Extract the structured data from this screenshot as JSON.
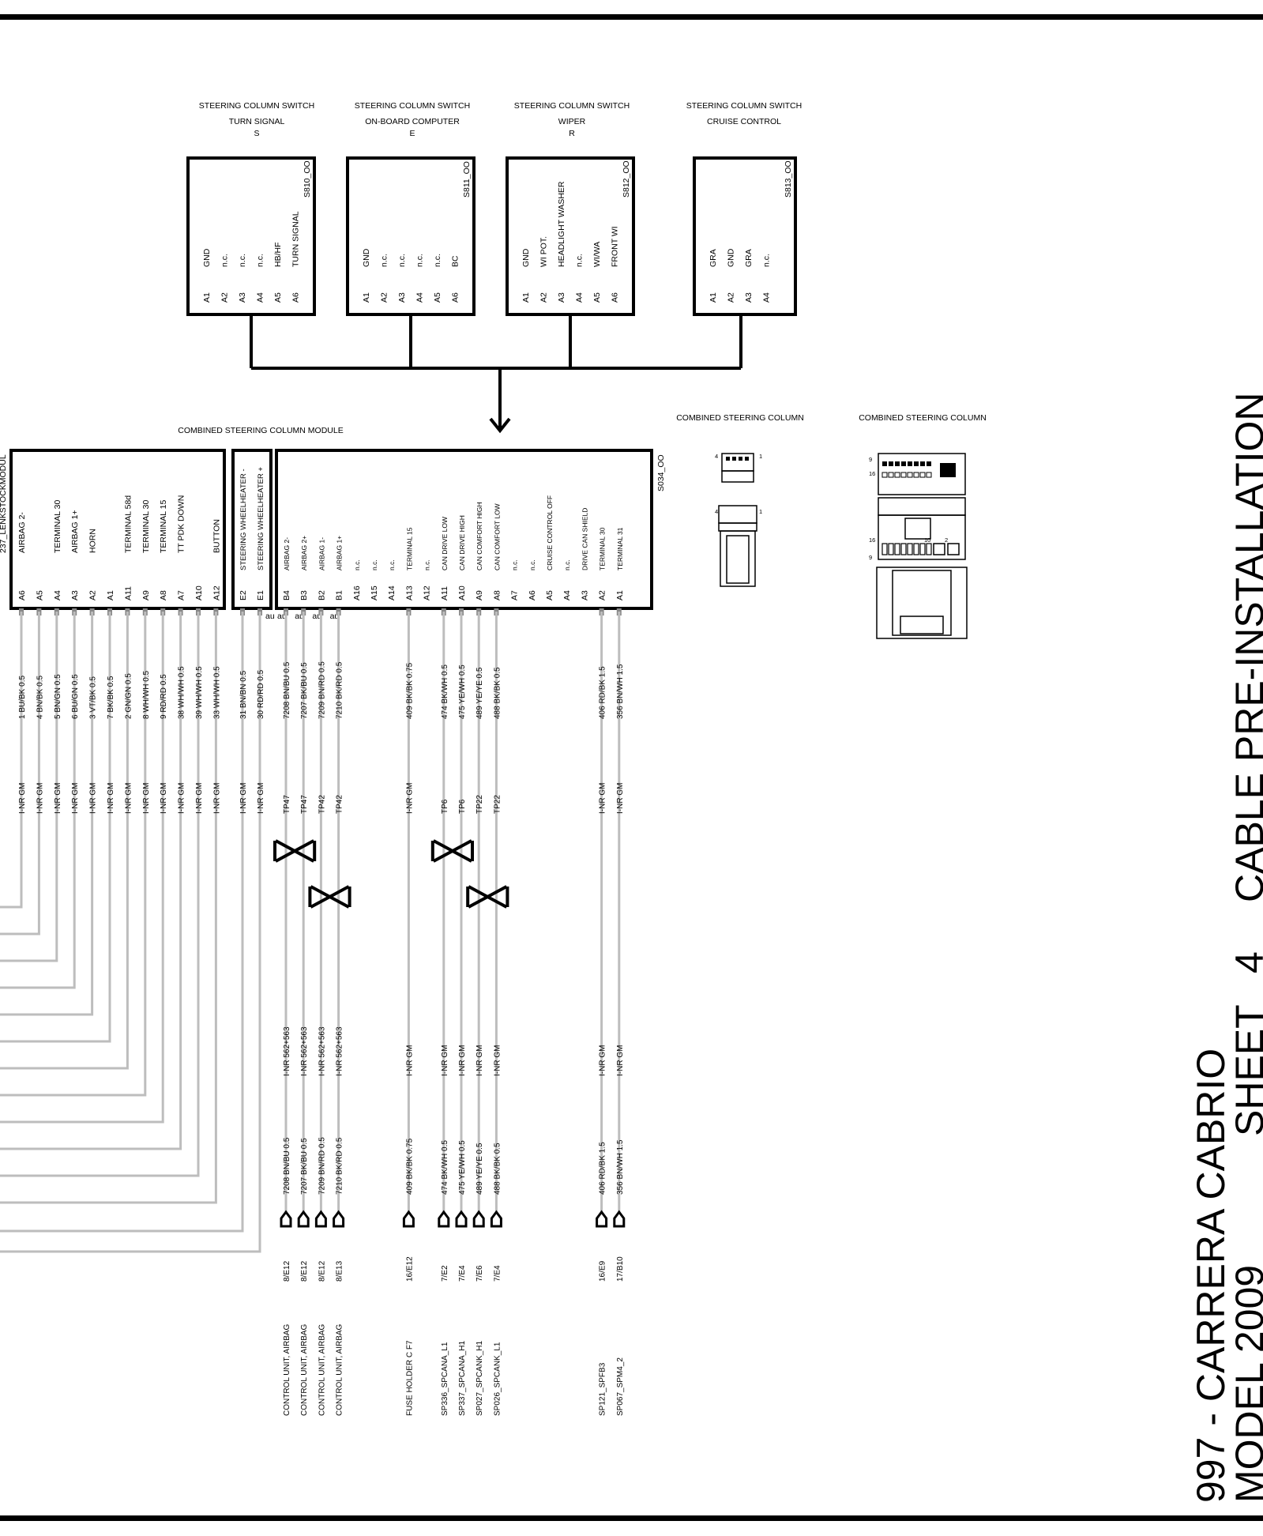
{
  "title": {
    "model_line_1": "997 - CARRERA CABRIO",
    "model_line_2": "MODEL 2009",
    "sheet_label": "SHEET",
    "sheet_number": "4",
    "section_title": "CABLE PRE-INSTALLATION"
  },
  "switches": [
    {
      "id": "S810_OO",
      "header_1": "STEERING COLUMN SWITCH",
      "header_2": "TURN SIGNAL",
      "header_3": "S",
      "pins": [
        {
          "pin": "A1",
          "fn": "GND"
        },
        {
          "pin": "A2",
          "fn": "n.c."
        },
        {
          "pin": "A3",
          "fn": "n.c."
        },
        {
          "pin": "A4",
          "fn": "n.c."
        },
        {
          "pin": "A5",
          "fn": "HB/HF"
        },
        {
          "pin": "A6",
          "fn": "TURN SIGNAL"
        }
      ]
    },
    {
      "id": "S811_OO",
      "header_1": "STEERING COLUMN SWITCH",
      "header_2": "ON-BOARD COMPUTER",
      "header_3": "E",
      "pins": [
        {
          "pin": "A1",
          "fn": "GND"
        },
        {
          "pin": "A2",
          "fn": "n.c."
        },
        {
          "pin": "A3",
          "fn": "n.c."
        },
        {
          "pin": "A4",
          "fn": "n.c."
        },
        {
          "pin": "A5",
          "fn": "n.c."
        },
        {
          "pin": "A6",
          "fn": "BC"
        }
      ]
    },
    {
      "id": "S812_OO",
      "header_1": "STEERING COLUMN SWITCH",
      "header_2": "WIPER",
      "header_3": "R",
      "pins": [
        {
          "pin": "A1",
          "fn": "GND"
        },
        {
          "pin": "A2",
          "fn": "WI POT."
        },
        {
          "pin": "A3",
          "fn": "HEADLIGHT WASHER"
        },
        {
          "pin": "A4",
          "fn": "n.c."
        },
        {
          "pin": "A5",
          "fn": "WI/WA"
        },
        {
          "pin": "A6",
          "fn": "FRONT WI"
        }
      ]
    },
    {
      "id": "S813_OO",
      "header_1": "STEERING COLUMN SWITCH",
      "header_2": "CRUISE CONTROL",
      "header_3": "",
      "pins": [
        {
          "pin": "A1",
          "fn": "GRA"
        },
        {
          "pin": "A2",
          "fn": "GND"
        },
        {
          "pin": "A3",
          "fn": "GRA"
        },
        {
          "pin": "A4",
          "fn": "n.c."
        }
      ]
    }
  ],
  "module": {
    "header": "COMBINED STEERING COLUMN MODULE",
    "side_label": "237_LENKSTOCKMODUL",
    "id": "S034_OO",
    "au_label": "au",
    "left_pins": [
      {
        "pin": "A6",
        "fn": "AIRBAG 2-",
        "wire": "1 BU/BK 0.5",
        "loom": "I-NR GM"
      },
      {
        "pin": "A5",
        "fn": "",
        "wire": "4 BN/BK 0.5",
        "loom": "I-NR GM"
      },
      {
        "pin": "A4",
        "fn": "TERMINAL 30",
        "wire": "5 BN/GN 0.5",
        "loom": "I-NR GM"
      },
      {
        "pin": "A3",
        "fn": "AIRBAG 1+",
        "wire": "6 BU/GN 0.5",
        "loom": "I-NR GM"
      },
      {
        "pin": "A2",
        "fn": "HORN",
        "wire": "3 VT/BK 0.5",
        "loom": "I-NR GM"
      },
      {
        "pin": "A1",
        "fn": "",
        "wire": "7 BK/BK 0.5",
        "loom": "I-NR GM"
      },
      {
        "pin": "A11",
        "fn": "TERMINAL 58d",
        "wire": "2 GN/GN 0.5",
        "loom": "I-NR GM"
      },
      {
        "pin": "A9",
        "fn": "TERMINAL 30",
        "wire": "8 WH/WH 0.5",
        "loom": "I-NR GM"
      },
      {
        "pin": "A8",
        "fn": "TERMINAL 15",
        "wire": "9 RD/RD 0.5",
        "loom": "I-NR GM"
      },
      {
        "pin": "A7",
        "fn": "TT PDK DOWN",
        "wire": "38 WH/WH 0.5",
        "loom": "I-NR GM"
      },
      {
        "pin": "A10",
        "fn": "",
        "wire": "39 WH/WH 0.5",
        "loom": "I-NR GM"
      },
      {
        "pin": "A12",
        "fn": "BUTTON",
        "wire": "33 WH/WH 0.5",
        "loom": "I-NR GM"
      }
    ],
    "heater_pins": [
      {
        "pin": "E2",
        "fn": "STEERING WHEELHEATER -",
        "wire": "31 BN/BN 0.5",
        "loom": "I-NR GM"
      },
      {
        "pin": "E1",
        "fn": "STEERING WHEELHEATER +",
        "wire": "30 RD/RD 0.5",
        "loom": "I-NR GM"
      }
    ],
    "right_pins": [
      {
        "pin": "B4",
        "fn": "AIRBAG 2-",
        "wire": "7208 BN/BU 0.5",
        "tp": "TP47",
        "loom": "I-NR 562+563",
        "wire2": "7208 BN/BU 0.5",
        "ref": "8/E12",
        "dest": "CONTROL UNIT, AIRBAG",
        "end": true
      },
      {
        "pin": "B3",
        "fn": "AIRBAG 2+",
        "wire": "7207 BK/BU 0.5",
        "tp": "TP47",
        "loom": "I-NR 562+563",
        "wire2": "7207 BK/BU 0.5",
        "ref": "8/E12",
        "dest": "CONTROL UNIT, AIRBAG",
        "end": true
      },
      {
        "pin": "B2",
        "fn": "AIRBAG 1-",
        "wire": "7209 BN/RD 0.5",
        "tp": "TP42",
        "loom": "I-NR 562+563",
        "wire2": "7209 BN/RD 0.5",
        "ref": "8/E12",
        "dest": "CONTROL UNIT, AIRBAG",
        "end": true
      },
      {
        "pin": "B1",
        "fn": "AIRBAG 1+",
        "wire": "7210 BK/RD 0.5",
        "tp": "TP42",
        "loom": "I-NR 562+563",
        "wire2": "7210 BK/RD 0.5",
        "ref": "8/E13",
        "dest": "CONTROL UNIT, AIRBAG",
        "end": true
      },
      {
        "pin": "A16",
        "fn": "n.c.",
        "end": false
      },
      {
        "pin": "A15",
        "fn": "n.c.",
        "end": false
      },
      {
        "pin": "A14",
        "fn": "n.c.",
        "end": false
      },
      {
        "pin": "A13",
        "fn": "TERMINAL 15",
        "wire": "409 BK/BK 0.75",
        "tp": "",
        "loom": "I-NR GM",
        "wire2": "409 BK/BK 0.75",
        "ref": "16/E12",
        "dest": "FUSE HOLDER C  F7",
        "end": true
      },
      {
        "pin": "A12",
        "fn": "n.c.",
        "end": false
      },
      {
        "pin": "A11",
        "fn": "CAN DRIVE LOW",
        "wire": "474 BK/WH 0.5",
        "tp": "TP6",
        "loom": "I-NR GM",
        "wire2": "474 BK/WH 0.5",
        "ref": "7/E2",
        "dest": "SP336_SPCANA_L1",
        "end": true
      },
      {
        "pin": "A10",
        "fn": "CAN DRIVE HIGH",
        "wire": "475 YE/WH 0.5",
        "tp": "TP6",
        "loom": "I-NR GM",
        "wire2": "475 YE/WH 0.5",
        "ref": "7/E4",
        "dest": "SP337_SPCANA_H1",
        "end": true
      },
      {
        "pin": "A9",
        "fn": "CAN COMFORT HIGH",
        "wire": "489 YE/YE 0.5",
        "tp": "TP22",
        "loom": "I-NR GM",
        "wire2": "489 YE/YE 0.5",
        "ref": "7/E6",
        "dest": "SP027_SPCANK_H1",
        "end": true
      },
      {
        "pin": "A8",
        "fn": "CAN COMFORT LOW",
        "wire": "488 BK/BK 0.5",
        "tp": "TP22",
        "loom": "I-NR GM",
        "wire2": "488 BK/BK 0.5",
        "ref": "7/E4",
        "dest": "SP026_SPCANK_L1",
        "end": true
      },
      {
        "pin": "A7",
        "fn": "n.c.",
        "end": false
      },
      {
        "pin": "A6",
        "fn": "n.c.",
        "end": false
      },
      {
        "pin": "A5",
        "fn": "CRUISE CONTROL OFF",
        "end": false
      },
      {
        "pin": "A4",
        "fn": "n.c.",
        "end": false
      },
      {
        "pin": "A3",
        "fn": "DRIVE CAN  SHIELD",
        "end": false
      },
      {
        "pin": "A2",
        "fn": "TERMINAL 30",
        "wire": "406 RD/BK 1.5",
        "tp": "",
        "loom": "I-NR GM",
        "wire2": "406 RD/BK 1.5",
        "ref": "16/E9",
        "dest": "SP121_SPFB3",
        "end": true
      },
      {
        "pin": "A1",
        "fn": "TERMINAL 31",
        "wire": "356 BN/WH 1.5",
        "tp": "",
        "loom": "I-NR GM",
        "wire2": "356 BN/WH 1.5",
        "ref": "17/B10",
        "dest": "SP067_SPM4_2",
        "end": true
      }
    ]
  },
  "connectors": [
    {
      "label": "COMBINED STEERING COLUMN",
      "n1": "4",
      "n2": "1",
      "n3": "4",
      "n4": "1"
    },
    {
      "label": "COMBINED STEERING COLUMN",
      "n1": "9",
      "n2": "16",
      "n3": "10",
      "n4": "2",
      "n5": "16",
      "n6": "9"
    }
  ]
}
